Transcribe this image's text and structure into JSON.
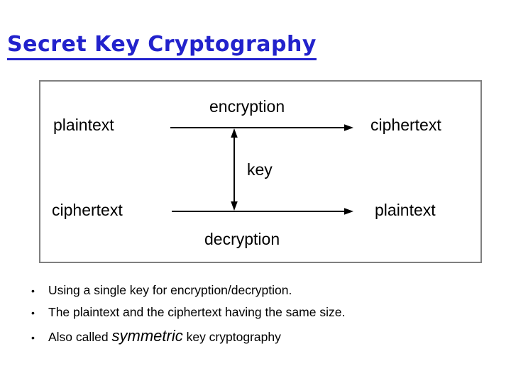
{
  "title": {
    "text": "Secret Key Cryptography"
  },
  "diagram": {
    "row1": {
      "left": "plaintext",
      "arrow_label": "encryption",
      "right": "ciphertext"
    },
    "key_label": "key",
    "row2": {
      "left": "ciphertext",
      "arrow_label": "decryption",
      "right": "plaintext"
    }
  },
  "bullets": {
    "marker": "•",
    "items": [
      {
        "text": "Using a single key for encryption/decryption."
      },
      {
        "text": "The plaintext and the ciphertext having the same size."
      },
      {
        "prefix": "Also called ",
        "emphasis": "symmetric",
        "suffix": " key cryptography"
      }
    ]
  },
  "colors": {
    "title_blue": "#2222cc",
    "box_border_gray": "#7f7f7f",
    "text_black": "#000000",
    "background": "#ffffff"
  }
}
